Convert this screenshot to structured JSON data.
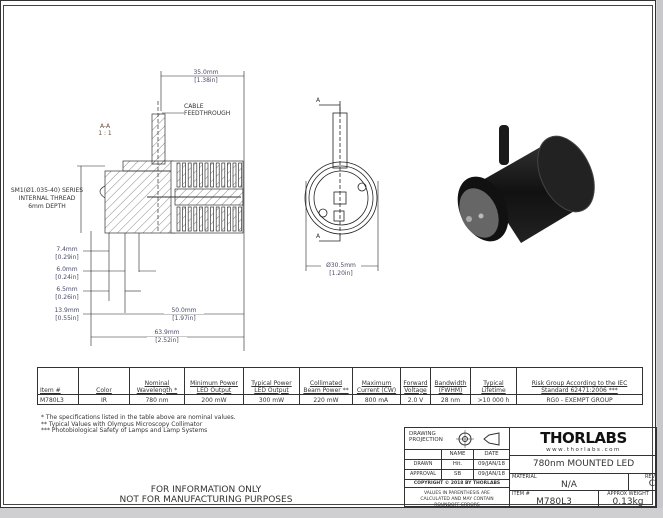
{
  "drawing": {
    "section_label": "A-A",
    "section_scale": "1 : 1",
    "cable_label": "CABLE\nFEEDTHROUGH",
    "thread_label": [
      "SM1(Ø1.035-40) SERIES",
      "INTERNAL THREAD",
      "6mm DEPTH"
    ],
    "dims": {
      "d35": [
        "35.0mm",
        "[1.38in]"
      ],
      "d7_4": [
        "7.4mm",
        "[0.29in]"
      ],
      "d6_0": [
        "6.0mm",
        "[0.24in]"
      ],
      "d6_5": [
        "6.5mm",
        "[0.26in]"
      ],
      "d13_9": [
        "13.9mm",
        "[0.55in]"
      ],
      "d50": [
        "50.0mm",
        "[1.97in]"
      ],
      "d63_9": [
        "63.9mm",
        "[2.52in]"
      ],
      "d30_5": [
        "Ø30.5mm",
        "[1.20in]"
      ]
    },
    "section_marker": "A"
  },
  "table": {
    "headers": [
      "Item #",
      "Color",
      "Nominal Wavelength *",
      "Minimum Power LED Output",
      "Typical Power LED Output",
      "Collimated Beam Power **",
      "Maximum Current (CW)",
      "Forward Voltage",
      "Bandwidth (FWHM)",
      "Typical Lifetime",
      "Risk Group According to the IEC Standard 62471:2006 ***"
    ],
    "row": [
      "M780L3",
      "IR",
      "780 nm",
      "200 mW",
      "300 mW",
      "220 mW",
      "800 mA",
      "2.0 V",
      "28 nm",
      ">10 000 h",
      "RG0 - EXEMPT GROUP"
    ]
  },
  "notes": [
    "* The specifications listed in the table above are nominal values.",
    "** Typical Values with Olympus Microscopy Collimator",
    "*** Photobiological Safety of Lamps and Lamp Systems"
  ],
  "warning": [
    "FOR INFORMATION ONLY",
    "NOT FOR MANUFACTURING PURPOSES"
  ],
  "title_block": {
    "projection_label": "DRAWING\nPROJECTION",
    "name_header": "NAME",
    "date_header": "DATE",
    "drawn_label": "DRAWN",
    "drawn_name": "Hit.",
    "drawn_date": "09/JAN/18",
    "approval_label": "APPROVAL",
    "approval_name": "SB",
    "approval_date": "09/JAN/18",
    "copyright": "COPYRIGHT © 2018 BY THORLABS",
    "values_note": "VALUES IN PARENTHESIS ARE CALCULATED AND MAY CONTAIN ROUNDOFF ERRORS",
    "logo": "THORLABS",
    "website": "www.thorlabs.com",
    "title": "780nm MOUNTED LED",
    "material_label": "MATERIAL",
    "material": "N/A",
    "rev_label": "REV",
    "rev": "C",
    "item_label": "ITEM #",
    "item": "M780L3",
    "weight_label": "APPROX WEIGHT",
    "weight": "0.13kg"
  }
}
